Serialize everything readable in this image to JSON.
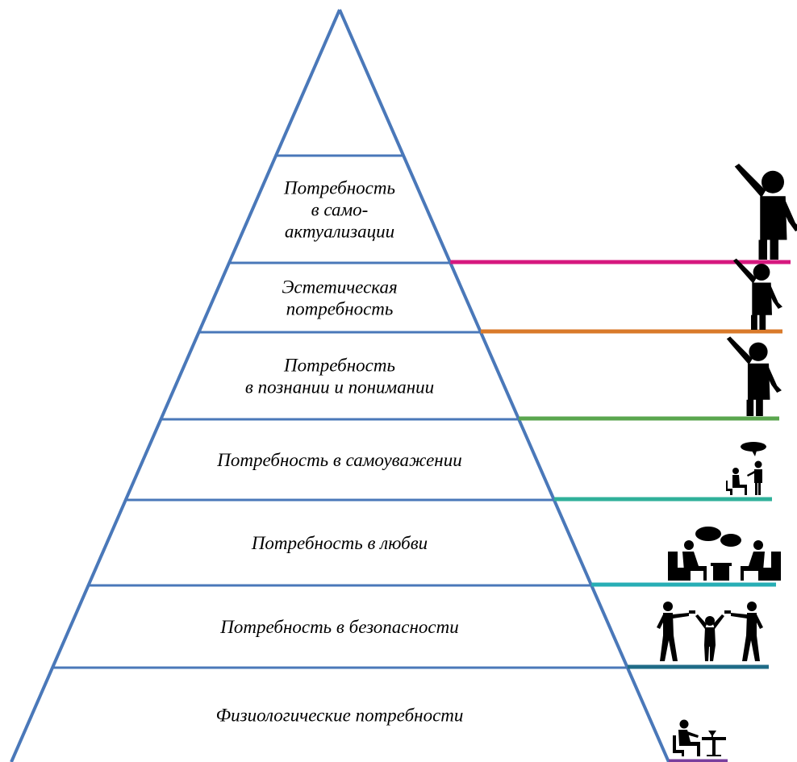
{
  "pyramid": {
    "outline_color": "#4a78b9",
    "levels": [
      {
        "label_lines": [],
        "color": null,
        "icon": null
      },
      {
        "label_lines": [
          "Потребность",
          "в само-",
          "актуализации"
        ],
        "color": "#d6187f",
        "icon": "person-arm-raised-icon"
      },
      {
        "label_lines": [
          "Эстетическая",
          "потребность"
        ],
        "color": "#d97a2a",
        "icon": "person-arm-raised-icon"
      },
      {
        "label_lines": [
          "Потребность",
          "в познании и понимании"
        ],
        "color": "#5aa64e",
        "icon": "person-arm-raised-icon"
      },
      {
        "label_lines": [
          "Потребность в самоуважении"
        ],
        "color": "#2fb09a",
        "icon": "person-speaking-to-seated-person-icon"
      },
      {
        "label_lines": [
          "Потребность в любви"
        ],
        "color": "#27aeb5",
        "icon": "two-people-conversation-icon"
      },
      {
        "label_lines": [
          "Потребность в безопасности"
        ],
        "color": "#1f6b87",
        "icon": "people-threatened-icon"
      },
      {
        "label_lines": [
          "Физиологические потребности"
        ],
        "color": "#7a3f9e",
        "icon": "person-eating-at-table-icon"
      }
    ]
  }
}
